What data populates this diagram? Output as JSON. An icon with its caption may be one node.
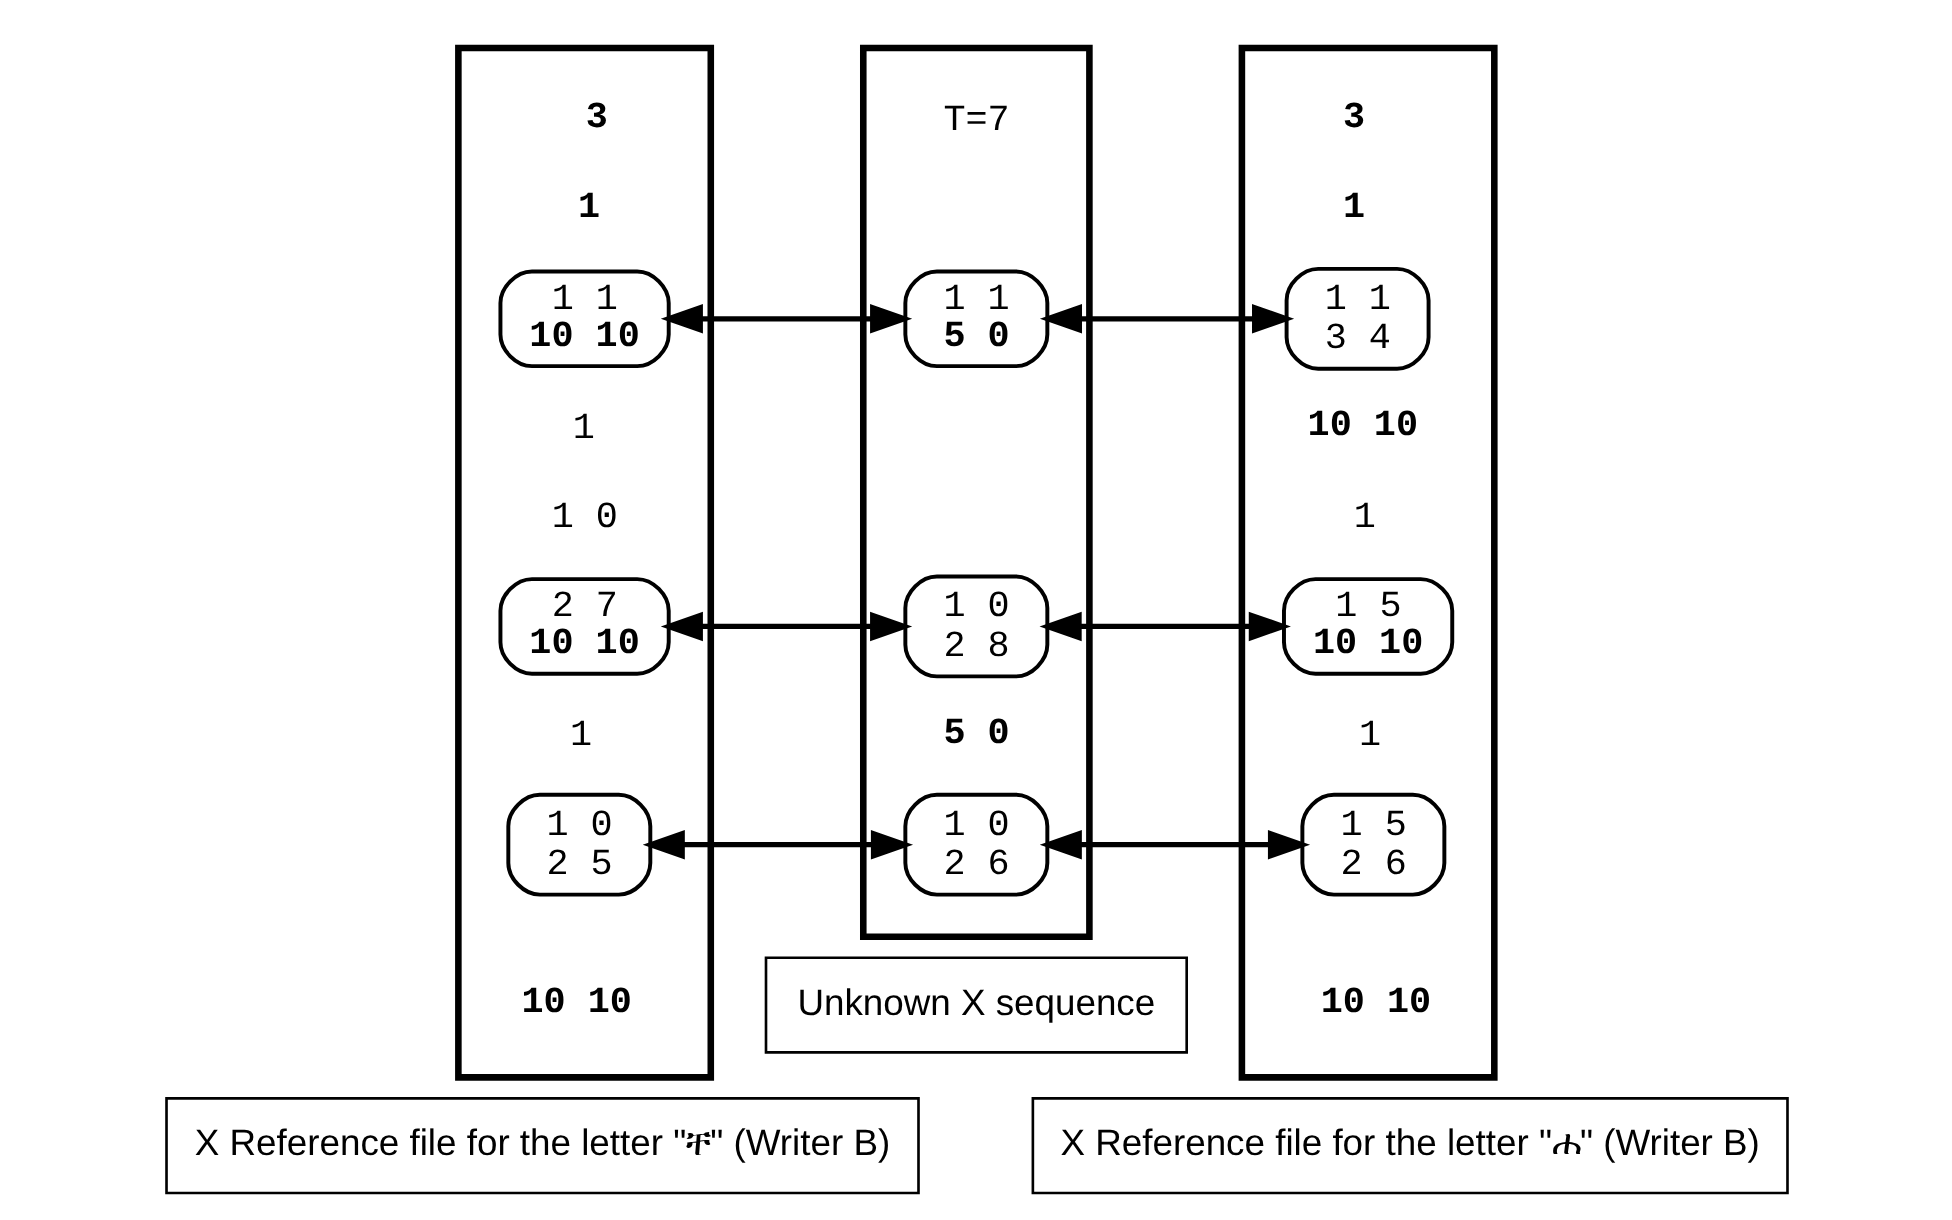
{
  "diagram": {
    "nodes": [
      {
        "text": [],
        "shape": "box"
      },
      {
        "text": [
          "3"
        ],
        "in": 0
      },
      {
        "text": [
          "1"
        ],
        "in": 0
      },
      {
        "text": [
          "1 1",
          "10 10"
        ],
        "in": 0
      },
      {
        "text": [
          "1"
        ],
        "in": 0
      },
      {
        "text": [
          "1 0"
        ],
        "in": 0
      },
      {
        "text": [
          "2 7",
          "10 10"
        ],
        "in": 0
      },
      {
        "text": [
          "1"
        ],
        "in": 0
      },
      {
        "text": [
          "1 0",
          "2 5"
        ],
        "in": 0
      },
      {
        "text": [
          "10 10"
        ],
        "in": 0
      },
      {
        "text": [
          "X Reference file for the letter \"ቸ\" (Writer B)"
        ]
      },
      {
        "text": [],
        "shape": "box"
      },
      {
        "text": [
          "T=7"
        ],
        "in": 11
      },
      {
        "text": [
          "1 1",
          "5 0"
        ],
        "in": 11
      },
      {
        "text": [
          "1 0",
          "2 8"
        ],
        "in": 11
      },
      {
        "text": [
          "5 0"
        ],
        "in": 11
      },
      {
        "text": [
          "1 0",
          "2 6"
        ],
        "in": 11
      },
      {
        "text": [
          "Unknown X sequence"
        ]
      },
      {
        "text": [],
        "shape": "box"
      },
      {
        "text": [
          "3"
        ],
        "in": 18
      },
      {
        "text": [
          "1"
        ],
        "in": 18
      },
      {
        "text": [
          "1 1",
          "3 4"
        ],
        "in": 18
      },
      {
        "text": [
          "10 10"
        ],
        "in": 18
      },
      {
        "text": [
          "1"
        ],
        "in": 18
      },
      {
        "text": [
          "1 5",
          "10 10"
        ],
        "in": 18
      },
      {
        "text": [
          "1"
        ],
        "in": 18
      },
      {
        "text": [
          "1 5",
          "2 6"
        ],
        "in": 18
      },
      {
        "text": [
          "10 10"
        ],
        "in": 18
      },
      {
        "text": [
          "X Reference file for the letter \"ሐ\" (Writer B)"
        ]
      }
    ],
    "edges": [
      {
        "from": 3,
        "to": 13,
        "arrow": "both"
      },
      {
        "from": 6,
        "to": 14,
        "arrow": "both"
      },
      {
        "from": 8,
        "to": 16,
        "arrow": "both"
      },
      {
        "from": 13,
        "to": 21,
        "arrow": "both"
      },
      {
        "from": 14,
        "to": 24,
        "arrow": "both"
      },
      {
        "from": 16,
        "to": 26,
        "arrow": "both"
      }
    ]
  }
}
